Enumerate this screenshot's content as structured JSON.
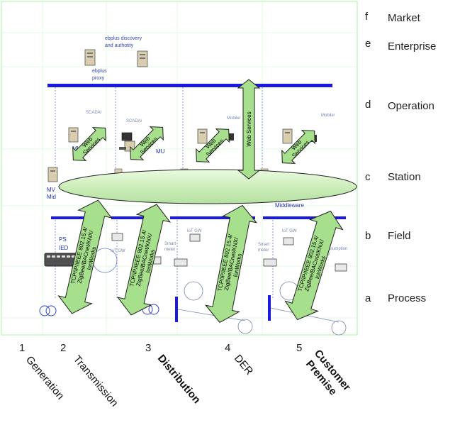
{
  "zones": [
    {
      "letter": "f",
      "name": "Market"
    },
    {
      "letter": "e",
      "name": "Enterprise"
    },
    {
      "letter": "d",
      "name": "Operation"
    },
    {
      "letter": "c",
      "name": "Station"
    },
    {
      "letter": "b",
      "name": "Field"
    },
    {
      "letter": "a",
      "name": "Process"
    }
  ],
  "domains": [
    {
      "num": "1",
      "name": "Generation"
    },
    {
      "num": "2",
      "name": "Transmission"
    },
    {
      "num": "3",
      "name": "Distribution"
    },
    {
      "num": "4",
      "name": "DER"
    },
    {
      "num": "5",
      "name": "Customer",
      "name2": "Premise"
    }
  ],
  "labels": {
    "discovery": "ebplus discovery",
    "discovery2": "and authotity",
    "proxy": "ebplus",
    "proxy2": "proxy",
    "web_services": "Web Services",
    "web_services_short1": "Web",
    "web_services_short2": "Services",
    "protocol_line1": "TCP/IP/IEEE 802.15.4/",
    "protocol_line2": "ZigBee/BACnet/KNX/",
    "protocol_line3": "lonWorks",
    "middleware": "Middleware",
    "iot_gw": "IoT GW",
    "smart_meter": "Smart",
    "smart_meter2": "meter",
    "consumption": "Consumption",
    "consumption2": "GW",
    "ps": "PS",
    "ied": "IED",
    "mv": "MV",
    "mid": "Mid",
    "mu": "MU",
    "scada": "SCADA/",
    "mobile": "Mobile/"
  },
  "colors": {
    "bus": "#1a1adf",
    "arrow_fill": "#a6e08c",
    "arrow_stroke": "#1f1f1f",
    "ellipse_fill": "#cdeebb",
    "grid": "#a9f5a9"
  }
}
